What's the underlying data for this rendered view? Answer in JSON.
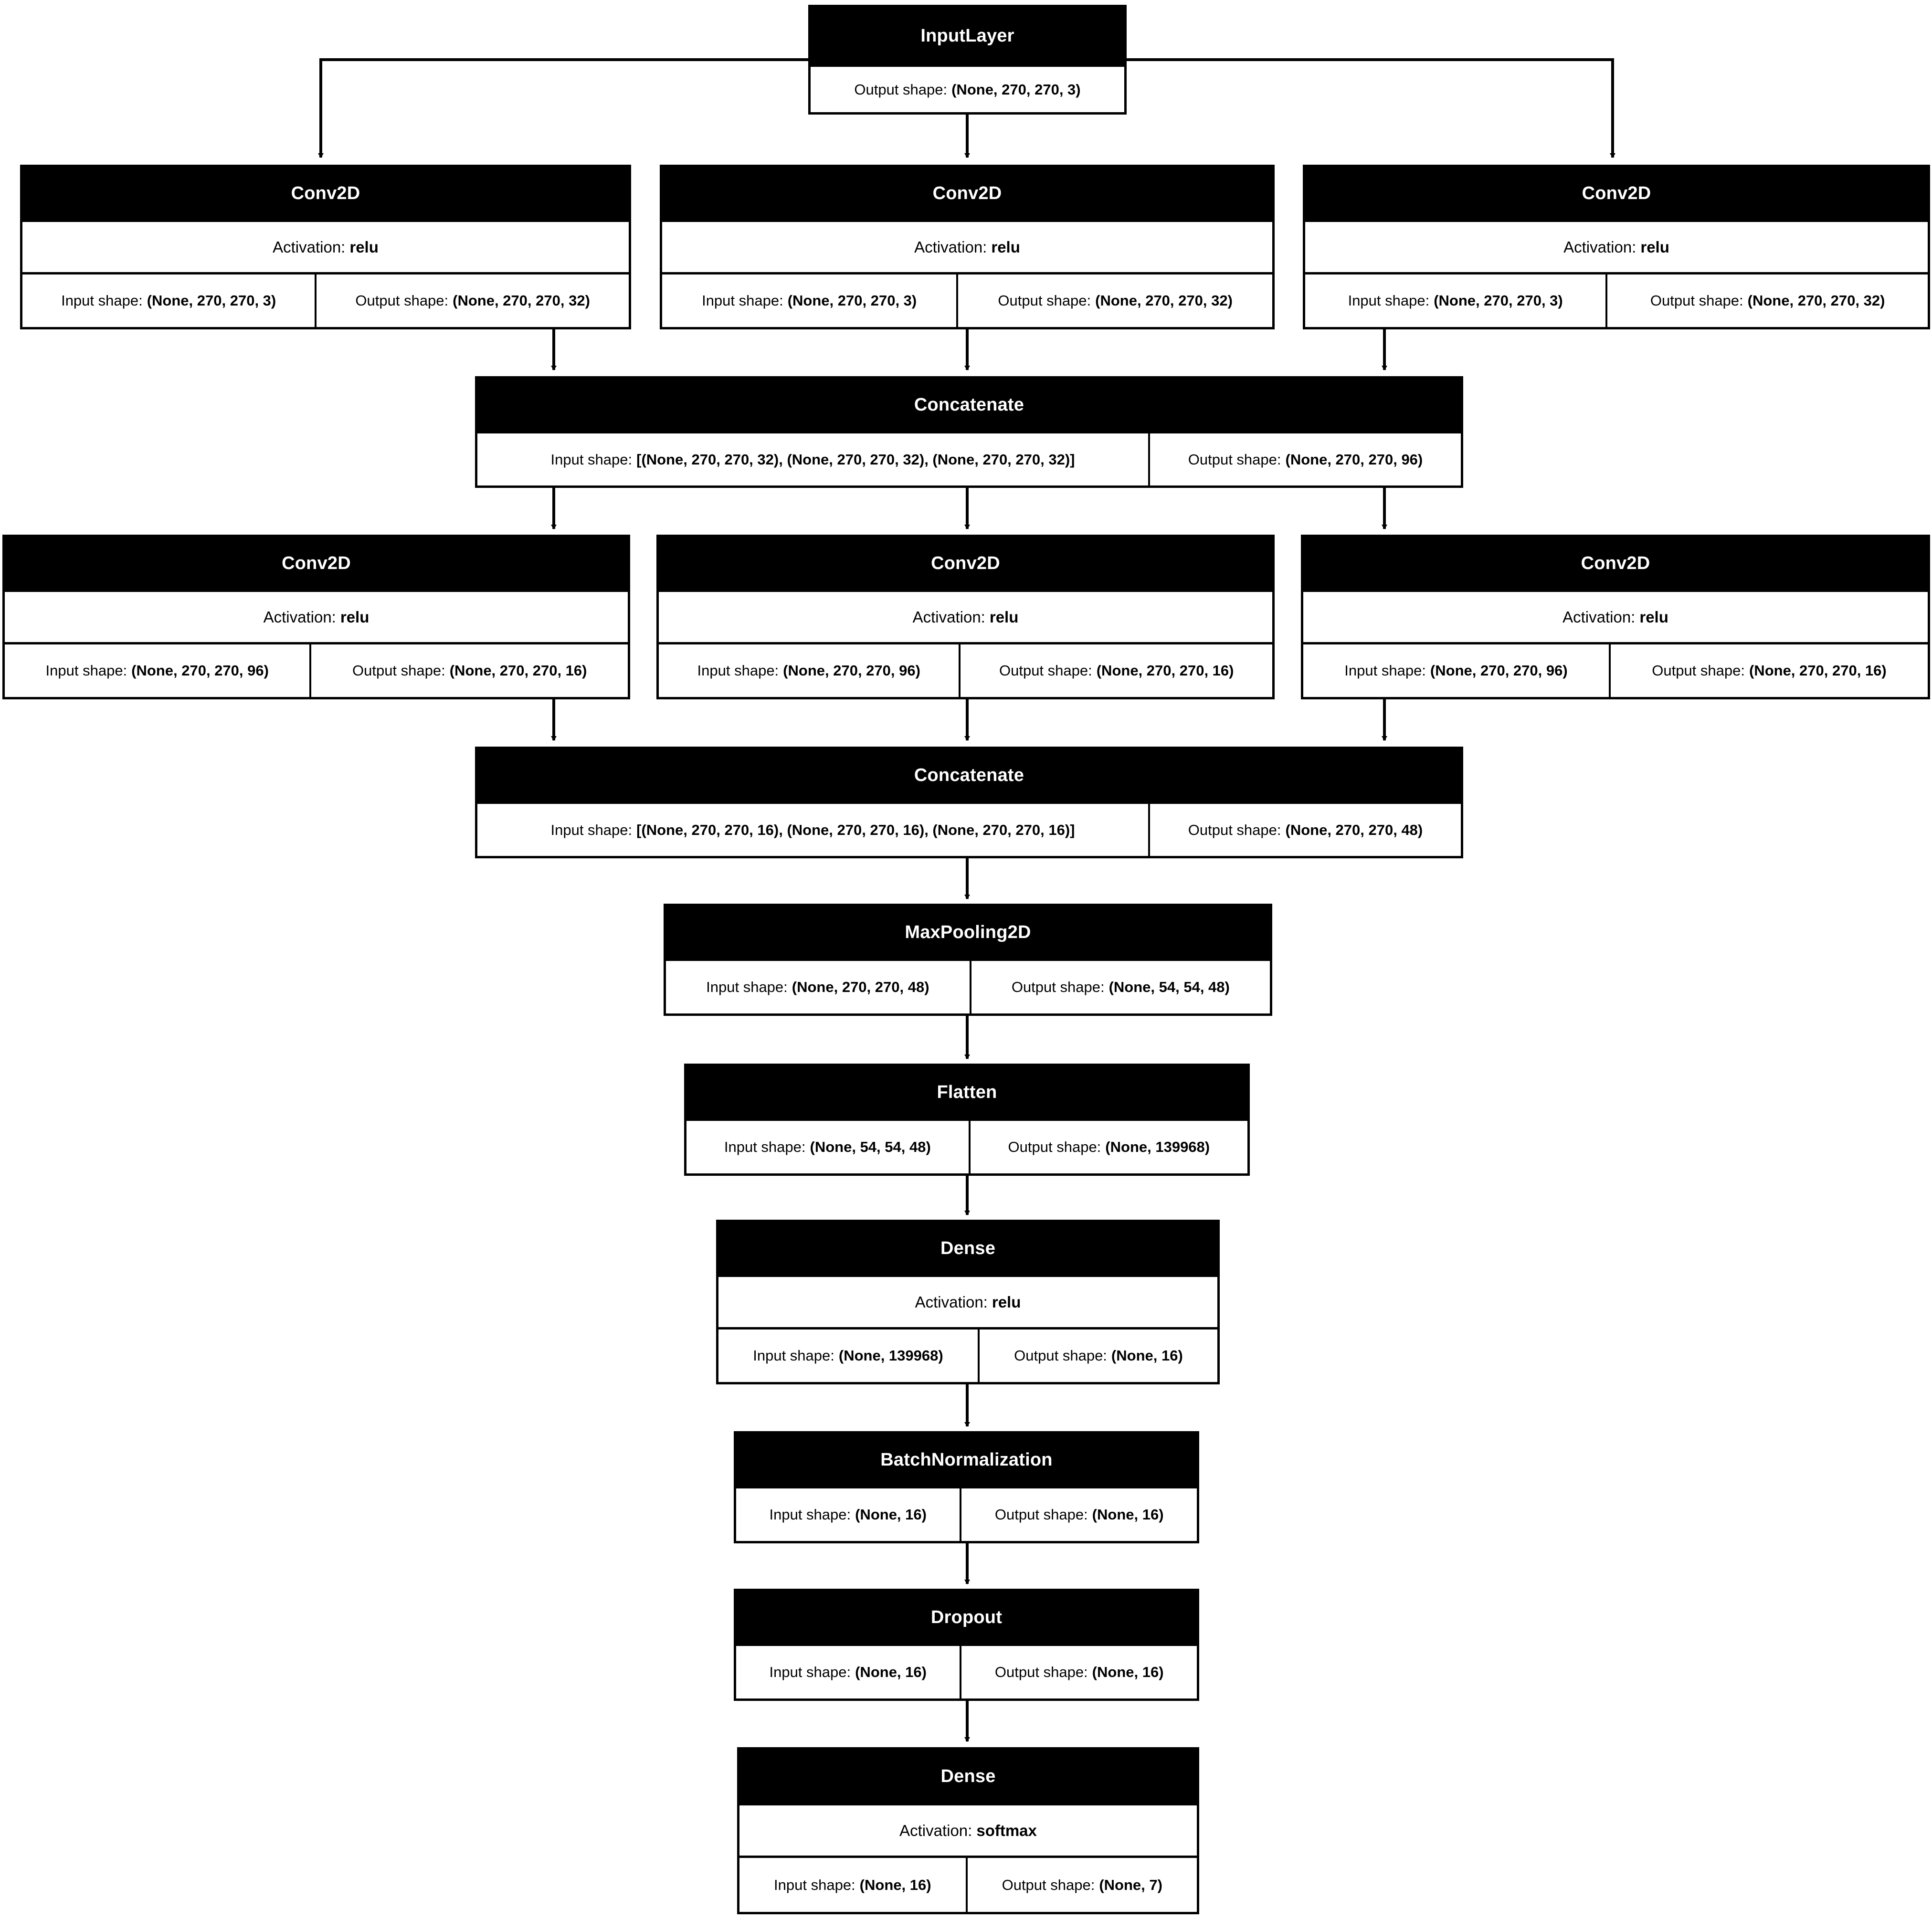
{
  "diagram": {
    "type": "keras-model-architecture",
    "title": "",
    "background_color": "#ffffff",
    "node_header_color": "#000000",
    "node_body_color": "#ffffff",
    "edge_color": "#000000",
    "labels": {
      "input_shape": "Input shape:",
      "output_shape": "Output shape:",
      "activation": "Activation:"
    }
  },
  "nodes": [
    {
      "id": "input_layer",
      "type": "InputLayer",
      "title": "InputLayer",
      "output_shape": "(None, 270, 270, 3)"
    },
    {
      "id": "conv2d_1",
      "type": "Conv2D",
      "title": "Conv2D",
      "activation": "relu",
      "input_shape": "(None, 270, 270, 3)",
      "output_shape": "(None, 270, 270, 32)"
    },
    {
      "id": "conv2d_2",
      "type": "Conv2D",
      "title": "Conv2D",
      "activation": "relu",
      "input_shape": "(None, 270, 270, 3)",
      "output_shape": "(None, 270, 270, 32)"
    },
    {
      "id": "conv2d_3",
      "type": "Conv2D",
      "title": "Conv2D",
      "activation": "relu",
      "input_shape": "(None, 270, 270, 3)",
      "output_shape": "(None, 270, 270, 32)"
    },
    {
      "id": "concatenate_1",
      "type": "Concatenate",
      "title": "Concatenate",
      "input_shape": "[(None, 270, 270, 32), (None, 270, 270, 32), (None, 270, 270, 32)]",
      "output_shape": "(None, 270, 270, 96)"
    },
    {
      "id": "conv2d_4",
      "type": "Conv2D",
      "title": "Conv2D",
      "activation": "relu",
      "input_shape": "(None, 270, 270, 96)",
      "output_shape": "(None, 270, 270, 16)"
    },
    {
      "id": "conv2d_5",
      "type": "Conv2D",
      "title": "Conv2D",
      "activation": "relu",
      "input_shape": "(None, 270, 270, 96)",
      "output_shape": "(None, 270, 270, 16)"
    },
    {
      "id": "conv2d_6",
      "type": "Conv2D",
      "title": "Conv2D",
      "activation": "relu",
      "input_shape": "(None, 270, 270, 96)",
      "output_shape": "(None, 270, 270, 16)"
    },
    {
      "id": "concatenate_2",
      "type": "Concatenate",
      "title": "Concatenate",
      "input_shape": "[(None, 270, 270, 16), (None, 270, 270, 16), (None, 270, 270, 16)]",
      "output_shape": "(None, 270, 270, 48)"
    },
    {
      "id": "maxpooling2d",
      "type": "MaxPooling2D",
      "title": "MaxPooling2D",
      "input_shape": "(None, 270, 270, 48)",
      "output_shape": "(None, 54, 54, 48)"
    },
    {
      "id": "flatten",
      "type": "Flatten",
      "title": "Flatten",
      "input_shape": "(None, 54, 54, 48)",
      "output_shape": "(None, 139968)"
    },
    {
      "id": "dense_1",
      "type": "Dense",
      "title": "Dense",
      "activation": "relu",
      "input_shape": "(None, 139968)",
      "output_shape": "(None, 16)"
    },
    {
      "id": "batchnormalization",
      "type": "BatchNormalization",
      "title": "BatchNormalization",
      "input_shape": "(None, 16)",
      "output_shape": "(None, 16)"
    },
    {
      "id": "dropout",
      "type": "Dropout",
      "title": "Dropout",
      "input_shape": "(None, 16)",
      "output_shape": "(None, 16)"
    },
    {
      "id": "dense_2",
      "type": "Dense",
      "title": "Dense",
      "activation": "softmax",
      "input_shape": "(None, 16)",
      "output_shape": "(None, 7)"
    }
  ],
  "edges": [
    {
      "from": "input_layer",
      "to": "conv2d_1"
    },
    {
      "from": "input_layer",
      "to": "conv2d_2"
    },
    {
      "from": "input_layer",
      "to": "conv2d_3"
    },
    {
      "from": "conv2d_1",
      "to": "concatenate_1"
    },
    {
      "from": "conv2d_2",
      "to": "concatenate_1"
    },
    {
      "from": "conv2d_3",
      "to": "concatenate_1"
    },
    {
      "from": "concatenate_1",
      "to": "conv2d_4"
    },
    {
      "from": "concatenate_1",
      "to": "conv2d_5"
    },
    {
      "from": "concatenate_1",
      "to": "conv2d_6"
    },
    {
      "from": "conv2d_4",
      "to": "concatenate_2"
    },
    {
      "from": "conv2d_5",
      "to": "concatenate_2"
    },
    {
      "from": "conv2d_6",
      "to": "concatenate_2"
    },
    {
      "from": "concatenate_2",
      "to": "maxpooling2d"
    },
    {
      "from": "maxpooling2d",
      "to": "flatten"
    },
    {
      "from": "flatten",
      "to": "dense_1"
    },
    {
      "from": "dense_1",
      "to": "batchnormalization"
    },
    {
      "from": "batchnormalization",
      "to": "dropout"
    },
    {
      "from": "dropout",
      "to": "dense_2"
    }
  ]
}
